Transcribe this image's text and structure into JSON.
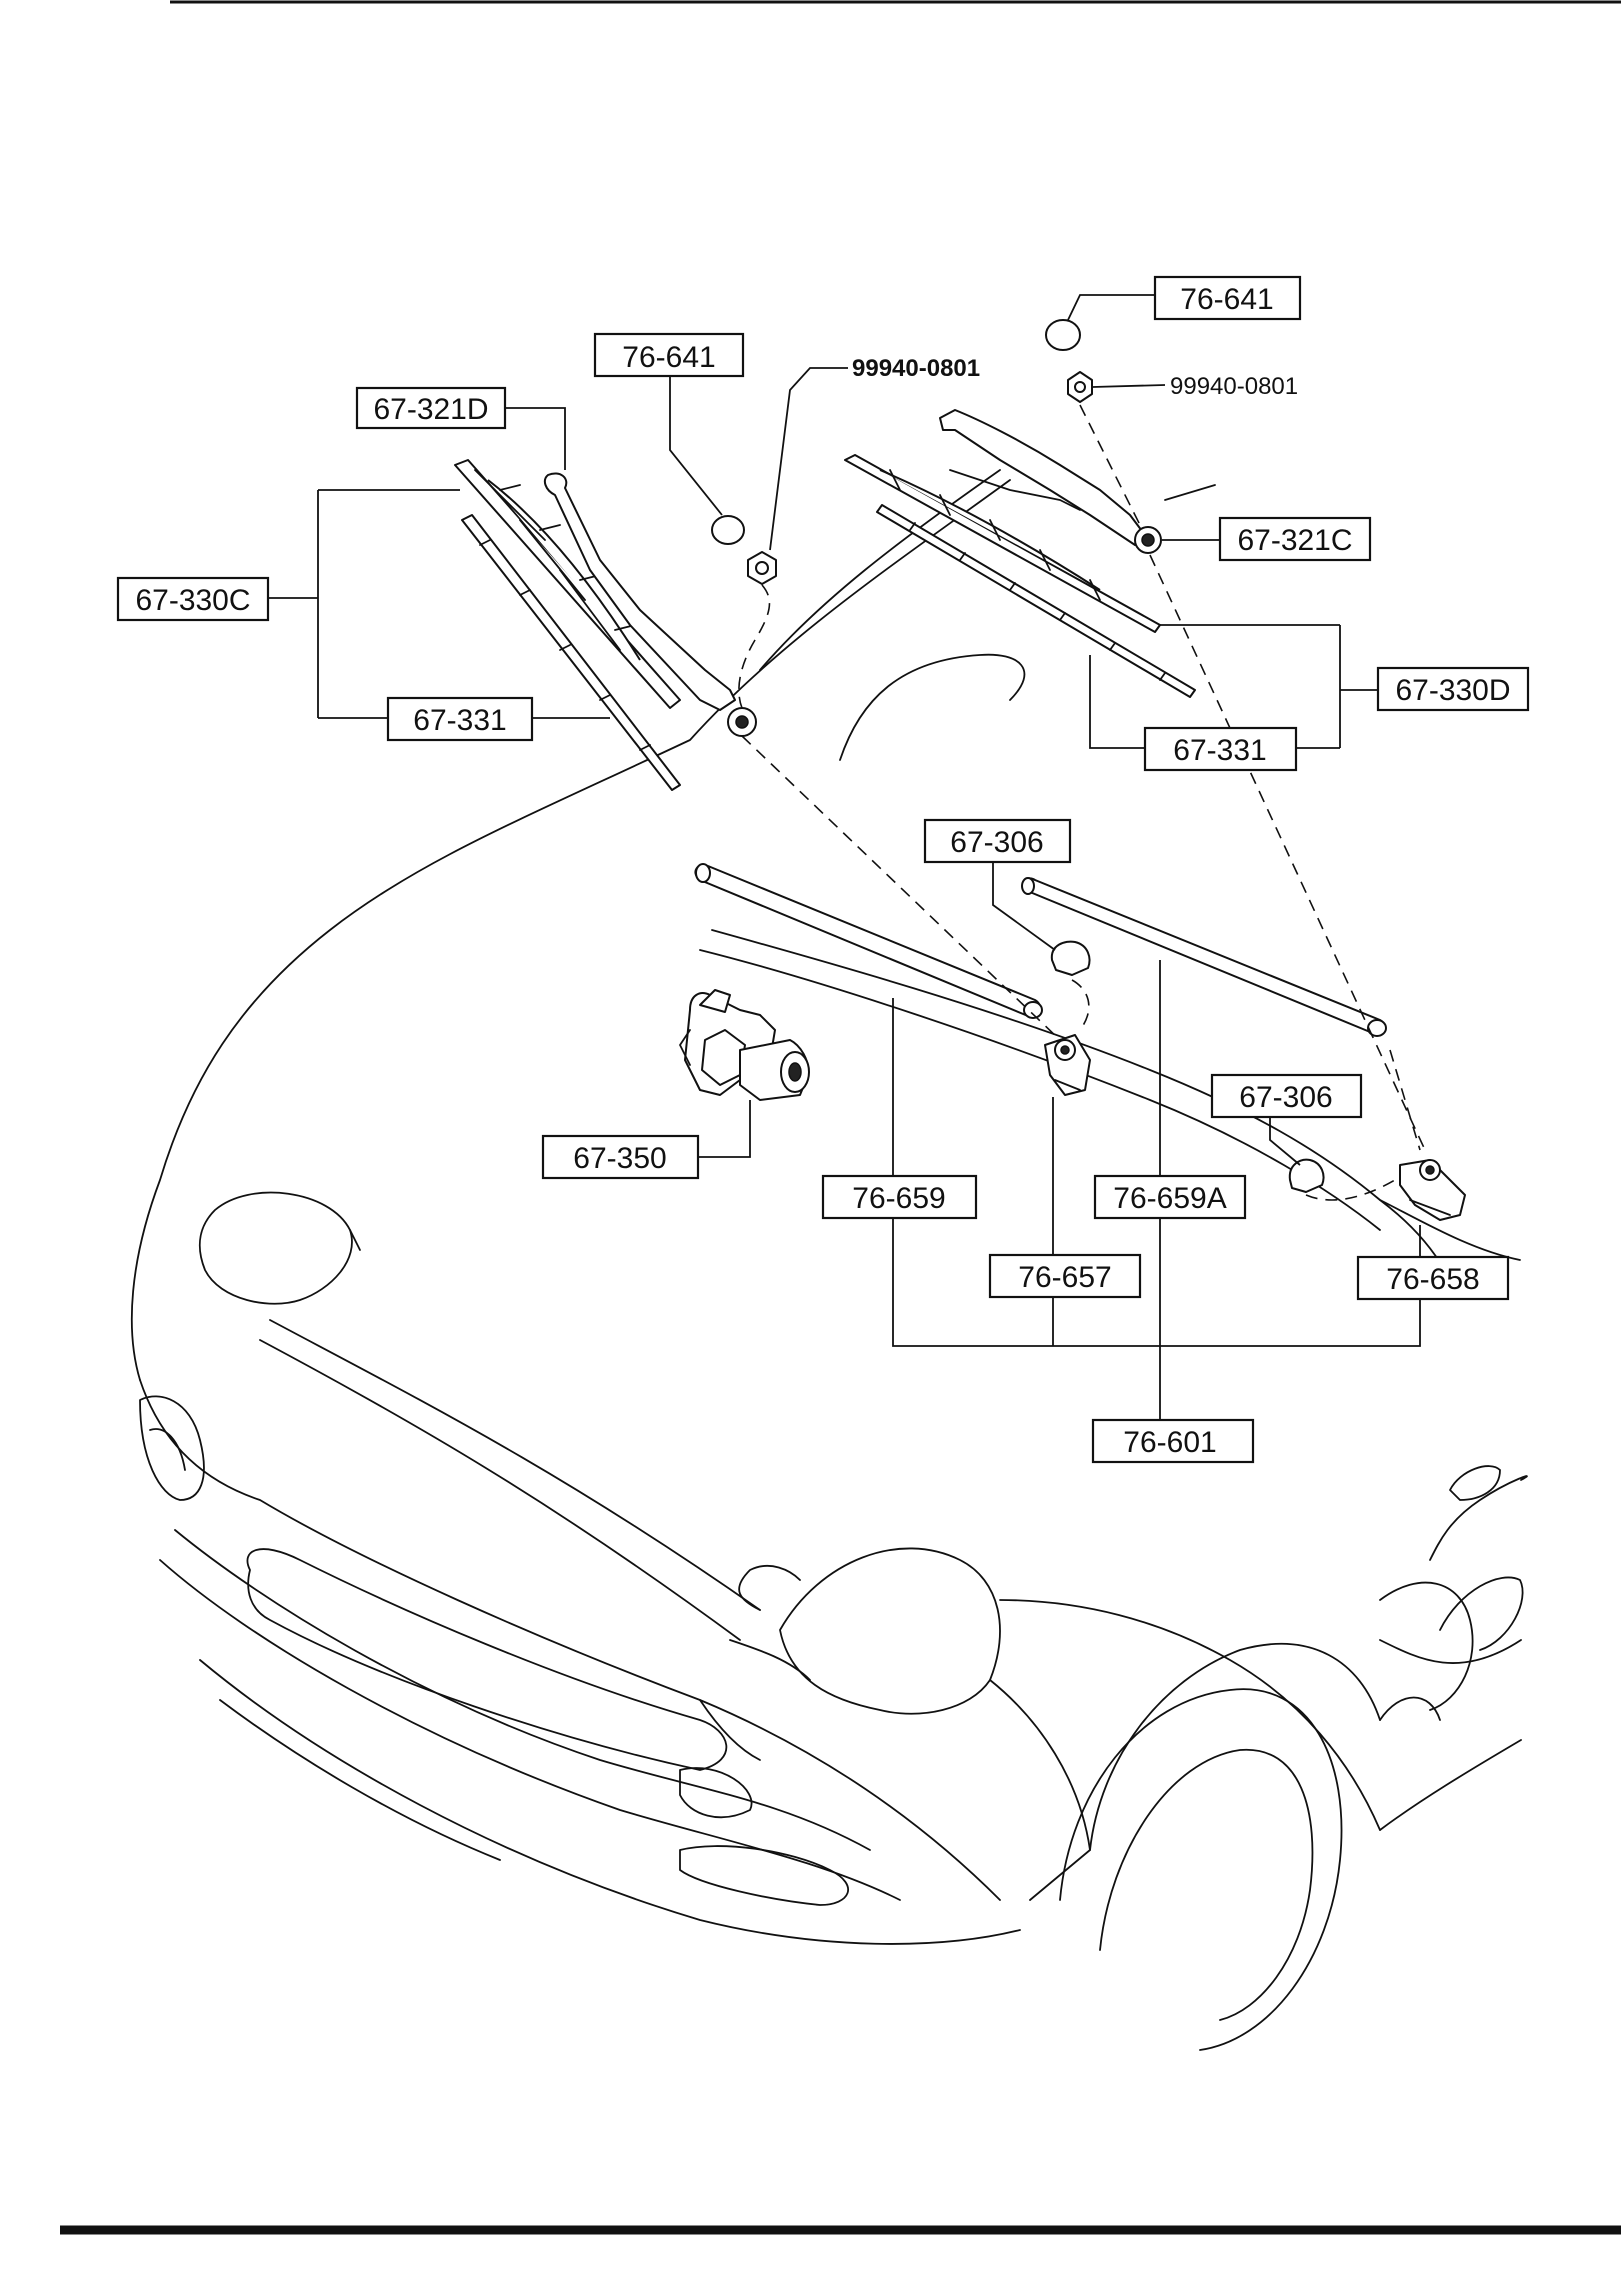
{
  "diagram": {
    "labels": {
      "l_76_641_top": "76-641",
      "l_76_641_left": "76-641",
      "l_67_321d": "67-321D",
      "l_67_321c": "67-321C",
      "l_67_330c": "67-330C",
      "l_67_330d": "67-330D",
      "l_67_331_left": "67-331",
      "l_67_331_right": "67-331",
      "l_67_306_top": "67-306",
      "l_67_306_right": "67-306",
      "l_67_350": "67-350",
      "l_76_659": "76-659",
      "l_76_659a": "76-659A",
      "l_76_657": "76-657",
      "l_76_658": "76-658",
      "l_76_601": "76-601"
    },
    "nut_labels": {
      "nut_left": "99940-0801",
      "nut_right": "99940-0801"
    }
  }
}
